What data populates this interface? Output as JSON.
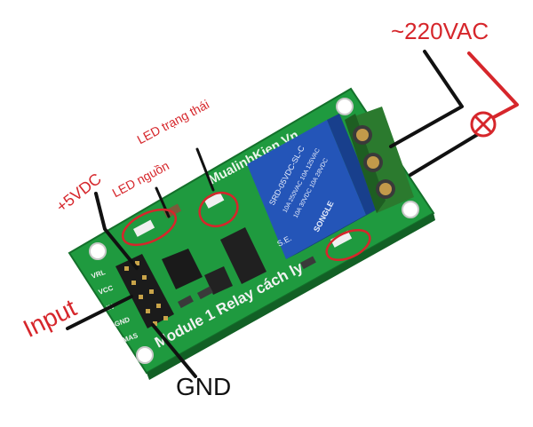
{
  "labels": {
    "vac": "~220VAC",
    "led_status": "LED trạng thái",
    "led_power": "LED nguồn",
    "vdc": "+5VDC",
    "input": "Input",
    "gnd": "GND"
  },
  "board": {
    "brand_text": "MualinhKien.Vn",
    "title_text": "Module 1 Relay cách ly",
    "pins": [
      "VRL",
      "VCC",
      "IN",
      "GND",
      "MAS"
    ],
    "relay_lines": [
      "SRD-05VDC-SL-C",
      "10A 250VAC 10A 125VAC",
      "10A 30VDC 10A 28VDC"
    ],
    "relay_brand": "SONGLE",
    "relay_id": "S.E."
  },
  "colors": {
    "annotation": "#d6262b",
    "wire": "#111111",
    "pcb": "#1f9a3f",
    "relay": "#2455b8",
    "terminal": "#2b7a2e"
  }
}
